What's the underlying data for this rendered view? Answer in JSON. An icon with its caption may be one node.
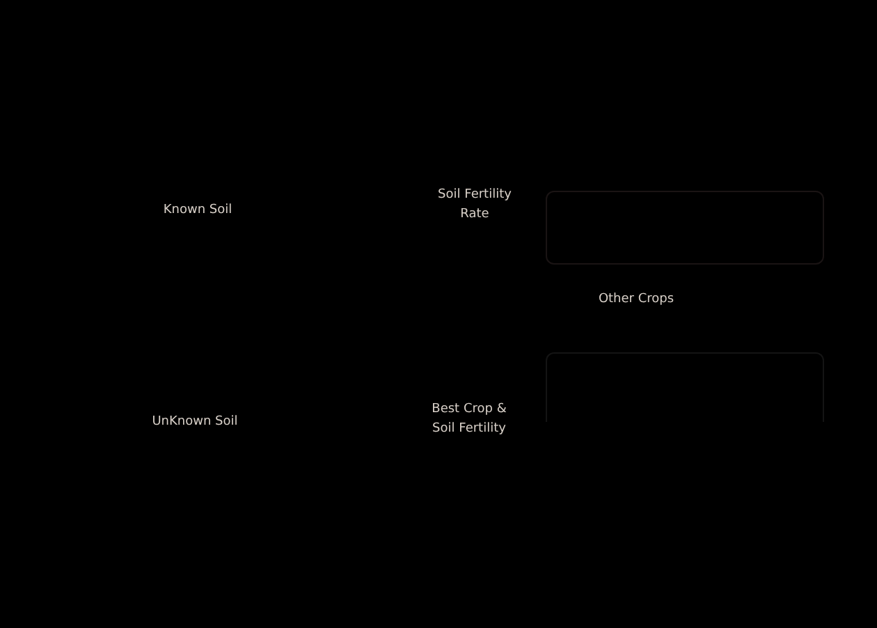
{
  "diagram": {
    "labels": [
      "Known Soil",
      "Soil Fertility Rate",
      "Other Crops",
      "UnKnown Soil",
      "Best Crop & Soil Fertility"
    ]
  }
}
